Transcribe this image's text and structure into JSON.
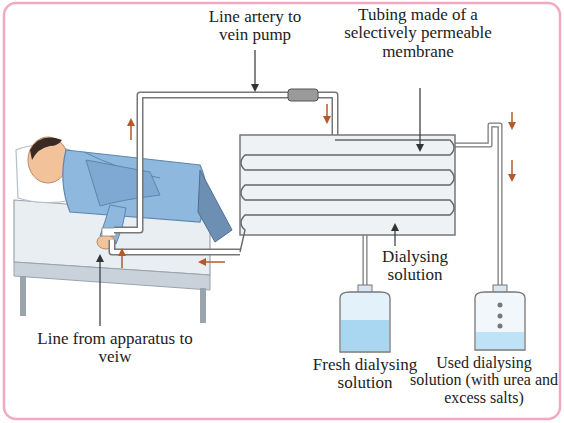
{
  "diagram": {
    "labels": [
      "Line artery to vein pump",
      "Tubing made of a selectively permeable membrane",
      "Dialysing solution",
      "Line from apparatus to veiw",
      "Fresh dialysing solution",
      "Used dialysing solution (with urea and excess salts)"
    ]
  }
}
